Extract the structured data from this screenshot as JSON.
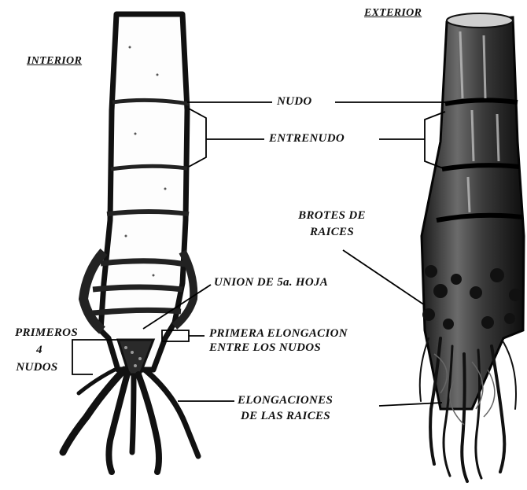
{
  "titles": {
    "interior": "INTERIOR",
    "exterior": "EXTERIOR"
  },
  "labels": {
    "nudo": "NUDO",
    "entrenudo": "ENTRENUDO",
    "brotes_line1": "BROTES DE",
    "brotes_line2": "RAICES",
    "union": "UNION DE 5a. HOJA",
    "primeros_line1": "PRIMEROS",
    "primeros_line2": "4",
    "primeros_line3": "NUDOS",
    "primera_line1": "PRIMERA ELONGACION",
    "primera_line2": "ENTRE LOS NUDOS",
    "elongaciones_line1": "ELONGACIONES",
    "elongaciones_line2": "DE LAS RAICES"
  }
}
